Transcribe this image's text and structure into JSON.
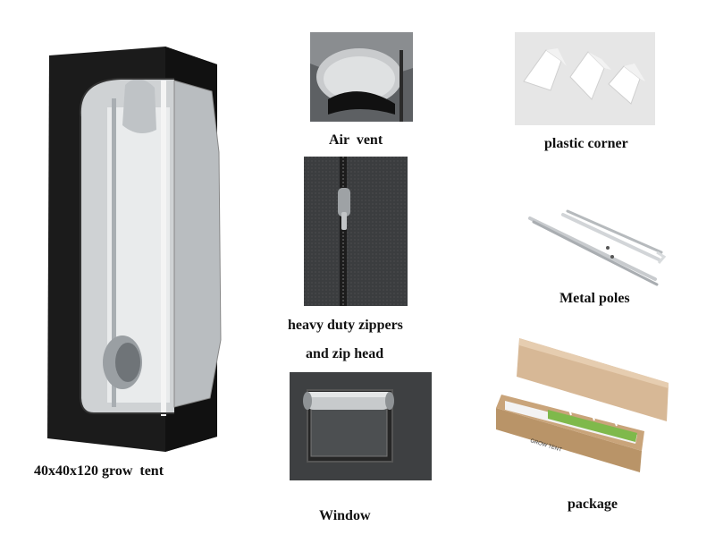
{
  "captions": {
    "tent": "40x40x120 grow  tent",
    "air_vent": "Air  vent",
    "zipper_line1": "heavy duty zippers",
    "zipper_line2": "and zip head",
    "window": "Window",
    "plastic_corner": "plastic corner",
    "metal_poles": "Metal poles",
    "package": "package"
  },
  "box_print": "GROW TENT"
}
